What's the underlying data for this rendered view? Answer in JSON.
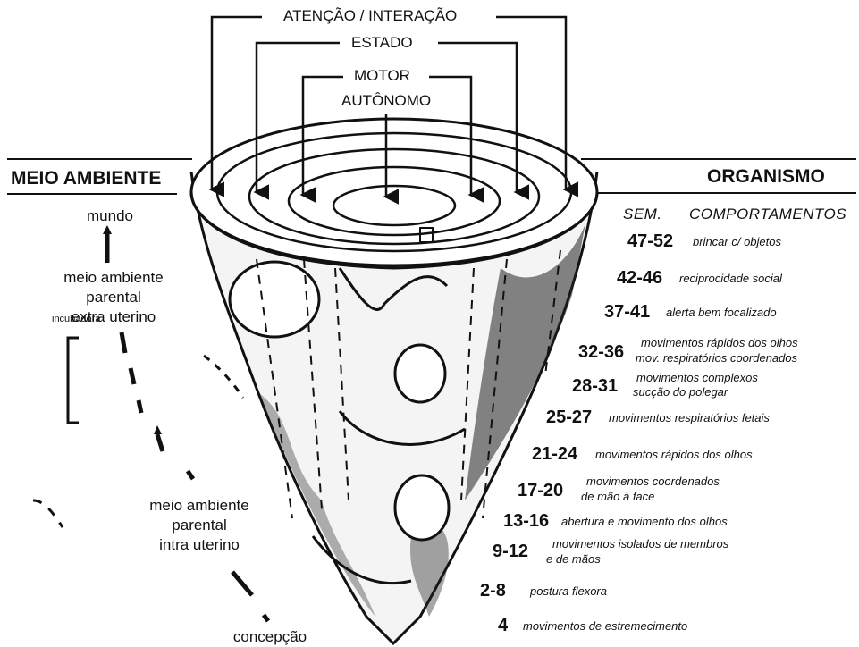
{
  "systems": {
    "attention": "ATENÇÃO / INTERAÇÃO",
    "state": "ESTADO",
    "motor": "MOTOR",
    "autonomic": "AUTÔNOMO"
  },
  "left_heading": "MEIO AMBIENTE",
  "right_heading": "ORGANISMO",
  "table_headers": {
    "weeks": "SEM.",
    "behaviors": "COMPORTAMENTOS"
  },
  "environment": {
    "world": "mundo",
    "extra_uterine": [
      "meio ambiente",
      "parental",
      "extra uterino"
    ],
    "incubator": "incubadora",
    "intra_uterine": [
      "meio ambiente",
      "parental",
      "intra uterino"
    ],
    "conception": "concepção"
  },
  "milestones": [
    {
      "weeks": "47-52",
      "behaviors": [
        "brincar c/ objetos"
      ]
    },
    {
      "weeks": "42-46",
      "behaviors": [
        "reciprocidade social"
      ]
    },
    {
      "weeks": "37-41",
      "behaviors": [
        "alerta bem focalizado"
      ]
    },
    {
      "weeks": "32-36",
      "behaviors": [
        "movimentos rápidos dos olhos",
        "mov. respiratórios coordenados"
      ]
    },
    {
      "weeks": "28-31",
      "behaviors": [
        "movimentos complexos",
        "sucção do polegar"
      ]
    },
    {
      "weeks": "25-27",
      "behaviors": [
        "movimentos respiratórios fetais"
      ]
    },
    {
      "weeks": "21-24",
      "behaviors": [
        "movimentos rápidos dos olhos"
      ]
    },
    {
      "weeks": "17-20",
      "behaviors": [
        "movimentos coordenados",
        "de mão à face"
      ]
    },
    {
      "weeks": "13-16",
      "behaviors": [
        "abertura e movimento dos olhos"
      ]
    },
    {
      "weeks": "9-12",
      "behaviors": [
        "movimentos isolados de membros",
        "e de mãos"
      ]
    },
    {
      "weeks": "2-8",
      "behaviors": [
        "postura flexora"
      ]
    },
    {
      "weeks": "4",
      "behaviors": [
        "movimentos de estremecimento"
      ]
    }
  ]
}
